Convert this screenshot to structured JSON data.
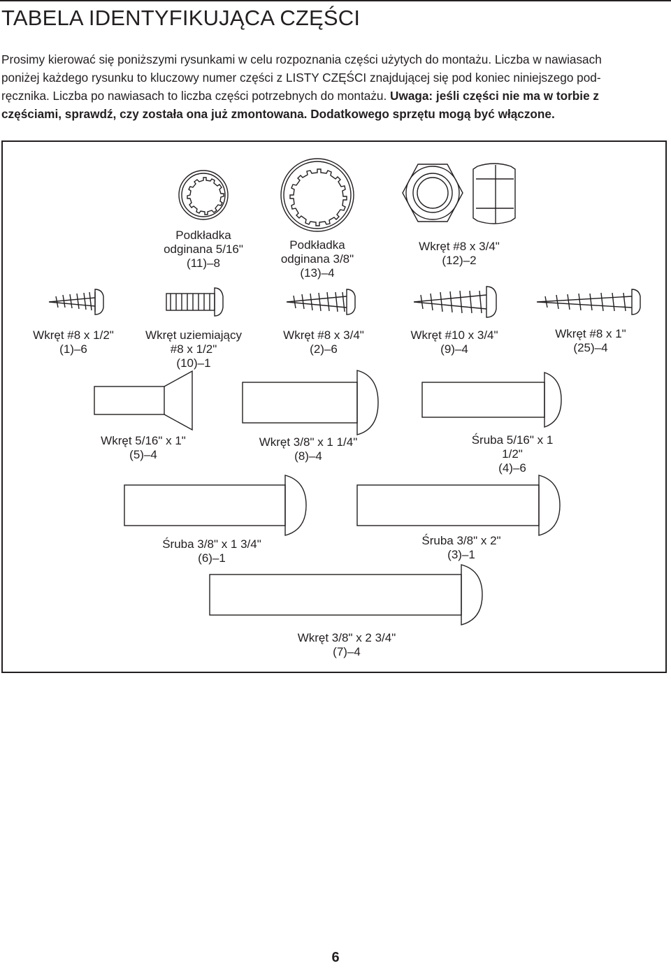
{
  "title": "TABELA IDENTYFIKUJĄCA CZĘŚCI",
  "intro": {
    "line1": "Prosimy kierować się poniższymi rysunkami w celu rozpoznania części użytych do montażu. Liczba w nawiasach",
    "line2": "poniżej każdego rysunku to kluczowy numer części z LISTY CZĘŚCI znajdującej się pod koniec niniejszego pod-",
    "line3_plain": "ręcznika. Liczba po nawiasach to liczba części potrzebnych do montażu. ",
    "line3_bold": "Uwaga: jeśli części nie ma w torbie z",
    "line4_bold": "częściami, sprawdź, czy została ona już zmontowana. Dodatkowego sprzętu mogą być włączone."
  },
  "parts": {
    "washer_516": {
      "line1": "Podkładka",
      "line2": "odginana 5/16\"",
      "line3": "(11)–8"
    },
    "washer_38": {
      "line1": "Podkładka",
      "line2": "odginana 3/8\"",
      "line3": "(13)–4"
    },
    "nut_8_34": {
      "line1": "Wkręt #8 x 3/4\"",
      "line2": "(12)–2"
    },
    "screw_8_12": {
      "line1": "Wkręt #8 x 1/2\"",
      "line2": "(1)–6"
    },
    "ground_screw": {
      "line1": "Wkręt uziemiający",
      "line2": "#8 x 1/2\"",
      "line3": "(10)–1"
    },
    "screw_8_34": {
      "line1": "Wkręt #8 x 3/4\"",
      "line2": "(2)–6"
    },
    "screw_10_34": {
      "line1": "Wkręt #10 x 3/4\"",
      "line2": "(9)–4"
    },
    "screw_8_1": {
      "line1": "Wkręt #8 x 1\"",
      "line2": "(25)–4"
    },
    "screw_516_1": {
      "line1": "Wkręt 5/16\" x 1\"",
      "line2": "(5)–4"
    },
    "screw_38_114": {
      "line1": "Wkręt 3/8\" x 1 1/4\"",
      "line2": "(8)–4"
    },
    "bolt_516_112": {
      "line1": "Śruba 5/16\" x 1",
      "line2": "1/2\"",
      "line3": "(4)–6"
    },
    "bolt_38_134": {
      "line1": "Śruba 3/8\" x 1 3/4\"",
      "line2": "(6)–1"
    },
    "bolt_38_2": {
      "line1": "Śruba 3/8\" x 2\"",
      "line2": "(3)–1"
    },
    "screw_38_234": {
      "line1": "Wkręt 3/8\" x 2 3/4\"",
      "line2": "(7)–4"
    }
  },
  "page_number": "6"
}
